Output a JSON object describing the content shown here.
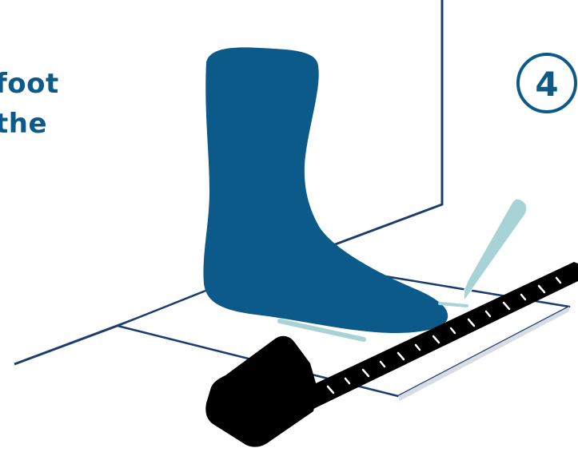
{
  "caption": {
    "line1": "foot",
    "line2": "the"
  },
  "step_badge": {
    "number": "4"
  },
  "colors": {
    "brand_blue": "#0b5a8a",
    "line_navy": "#1a3d6e",
    "pencil_mint": "#a7d3d7",
    "tape_black": "#000000"
  },
  "icons": {
    "foot": "foot-silhouette-icon",
    "pencil": "pencil-icon",
    "tape_measure": "tape-measure-icon"
  }
}
